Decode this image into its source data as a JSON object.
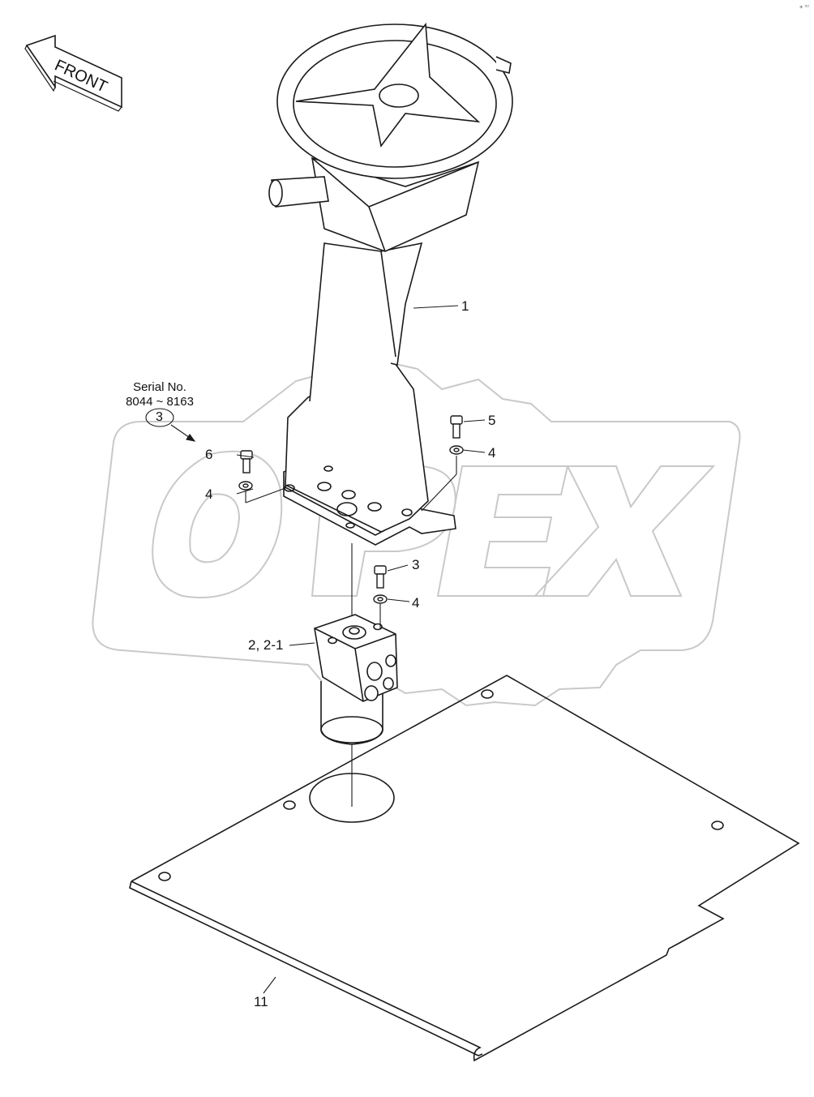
{
  "front_arrow": {
    "label": "FRONT"
  },
  "serial_note": {
    "title": "Serial No.",
    "range": "8044 ~ 8163",
    "callout": "3"
  },
  "watermark": {
    "text": "OPEX"
  },
  "corner_mark": "⁎ ▫▫",
  "callouts": {
    "column": "1",
    "orbitrol": "2, 2-1",
    "bolt_lower": "3",
    "washer_lower": "4",
    "washer_right": "4",
    "washer_left": "4",
    "bolt_right": "5",
    "bolt_left": "6",
    "floor_plate": "11"
  },
  "colors": {
    "line": "#1a1a1a",
    "watermark": "#c8c8c8"
  }
}
